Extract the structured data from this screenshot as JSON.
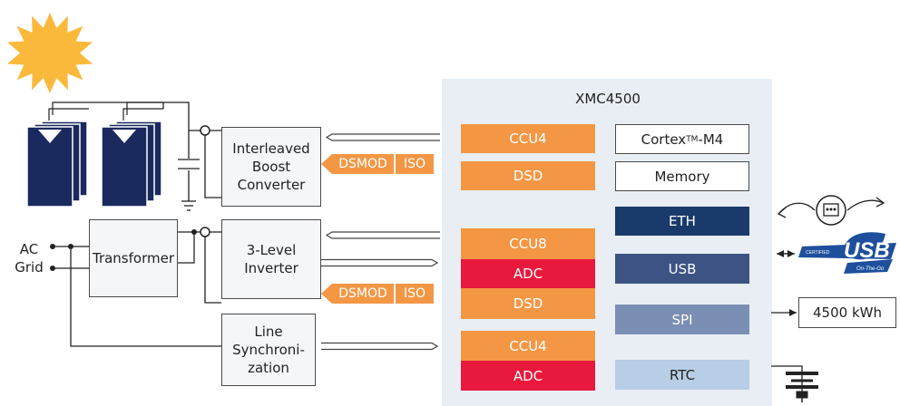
{
  "mcu": {
    "title": "XMC4500",
    "left_blocks": [
      "CCU4",
      "DSD",
      "CCU8",
      "ADC",
      "DSD",
      "CCU4",
      "ADC"
    ],
    "right_blocks": {
      "core_prefix": "Cortex",
      "core_tm": "TM",
      "core_suffix": "-M4",
      "memory": "Memory",
      "eth": "ETH",
      "usb": "USB",
      "spi": "SPI",
      "rtc": "RTC"
    }
  },
  "power_stage": {
    "boost_converter": "Interleaved\nBoost\nConverter",
    "inverter": "3-Level\nInverter",
    "transformer": "Transformer",
    "line_sync": "Line\nSynchroni-\nzation",
    "ac_grid": "AC\nGrid",
    "dsmod_1": "DSMOD",
    "iso_1": "ISO",
    "dsmod_2": "DSMOD",
    "iso_2": "ISO"
  },
  "peripherals": {
    "energy_meter": "4500 kWh",
    "usb_logo_text": "USB",
    "usb_logo_tagline_top": "CERTIFIED",
    "usb_logo_tagline_bottom": "On-The-Go"
  },
  "colors": {
    "mcu_background": "#e8eef4",
    "orange": "#f39745",
    "red": "#e8193c",
    "eth": "#1a3a6b",
    "usb": "#3d5384",
    "spi": "#7b8fb5",
    "rtc": "#b8cde6",
    "solar_panel": "#1a2a5e",
    "sun": "#fbb93c",
    "usb_logo": "#1d4f9c"
  }
}
